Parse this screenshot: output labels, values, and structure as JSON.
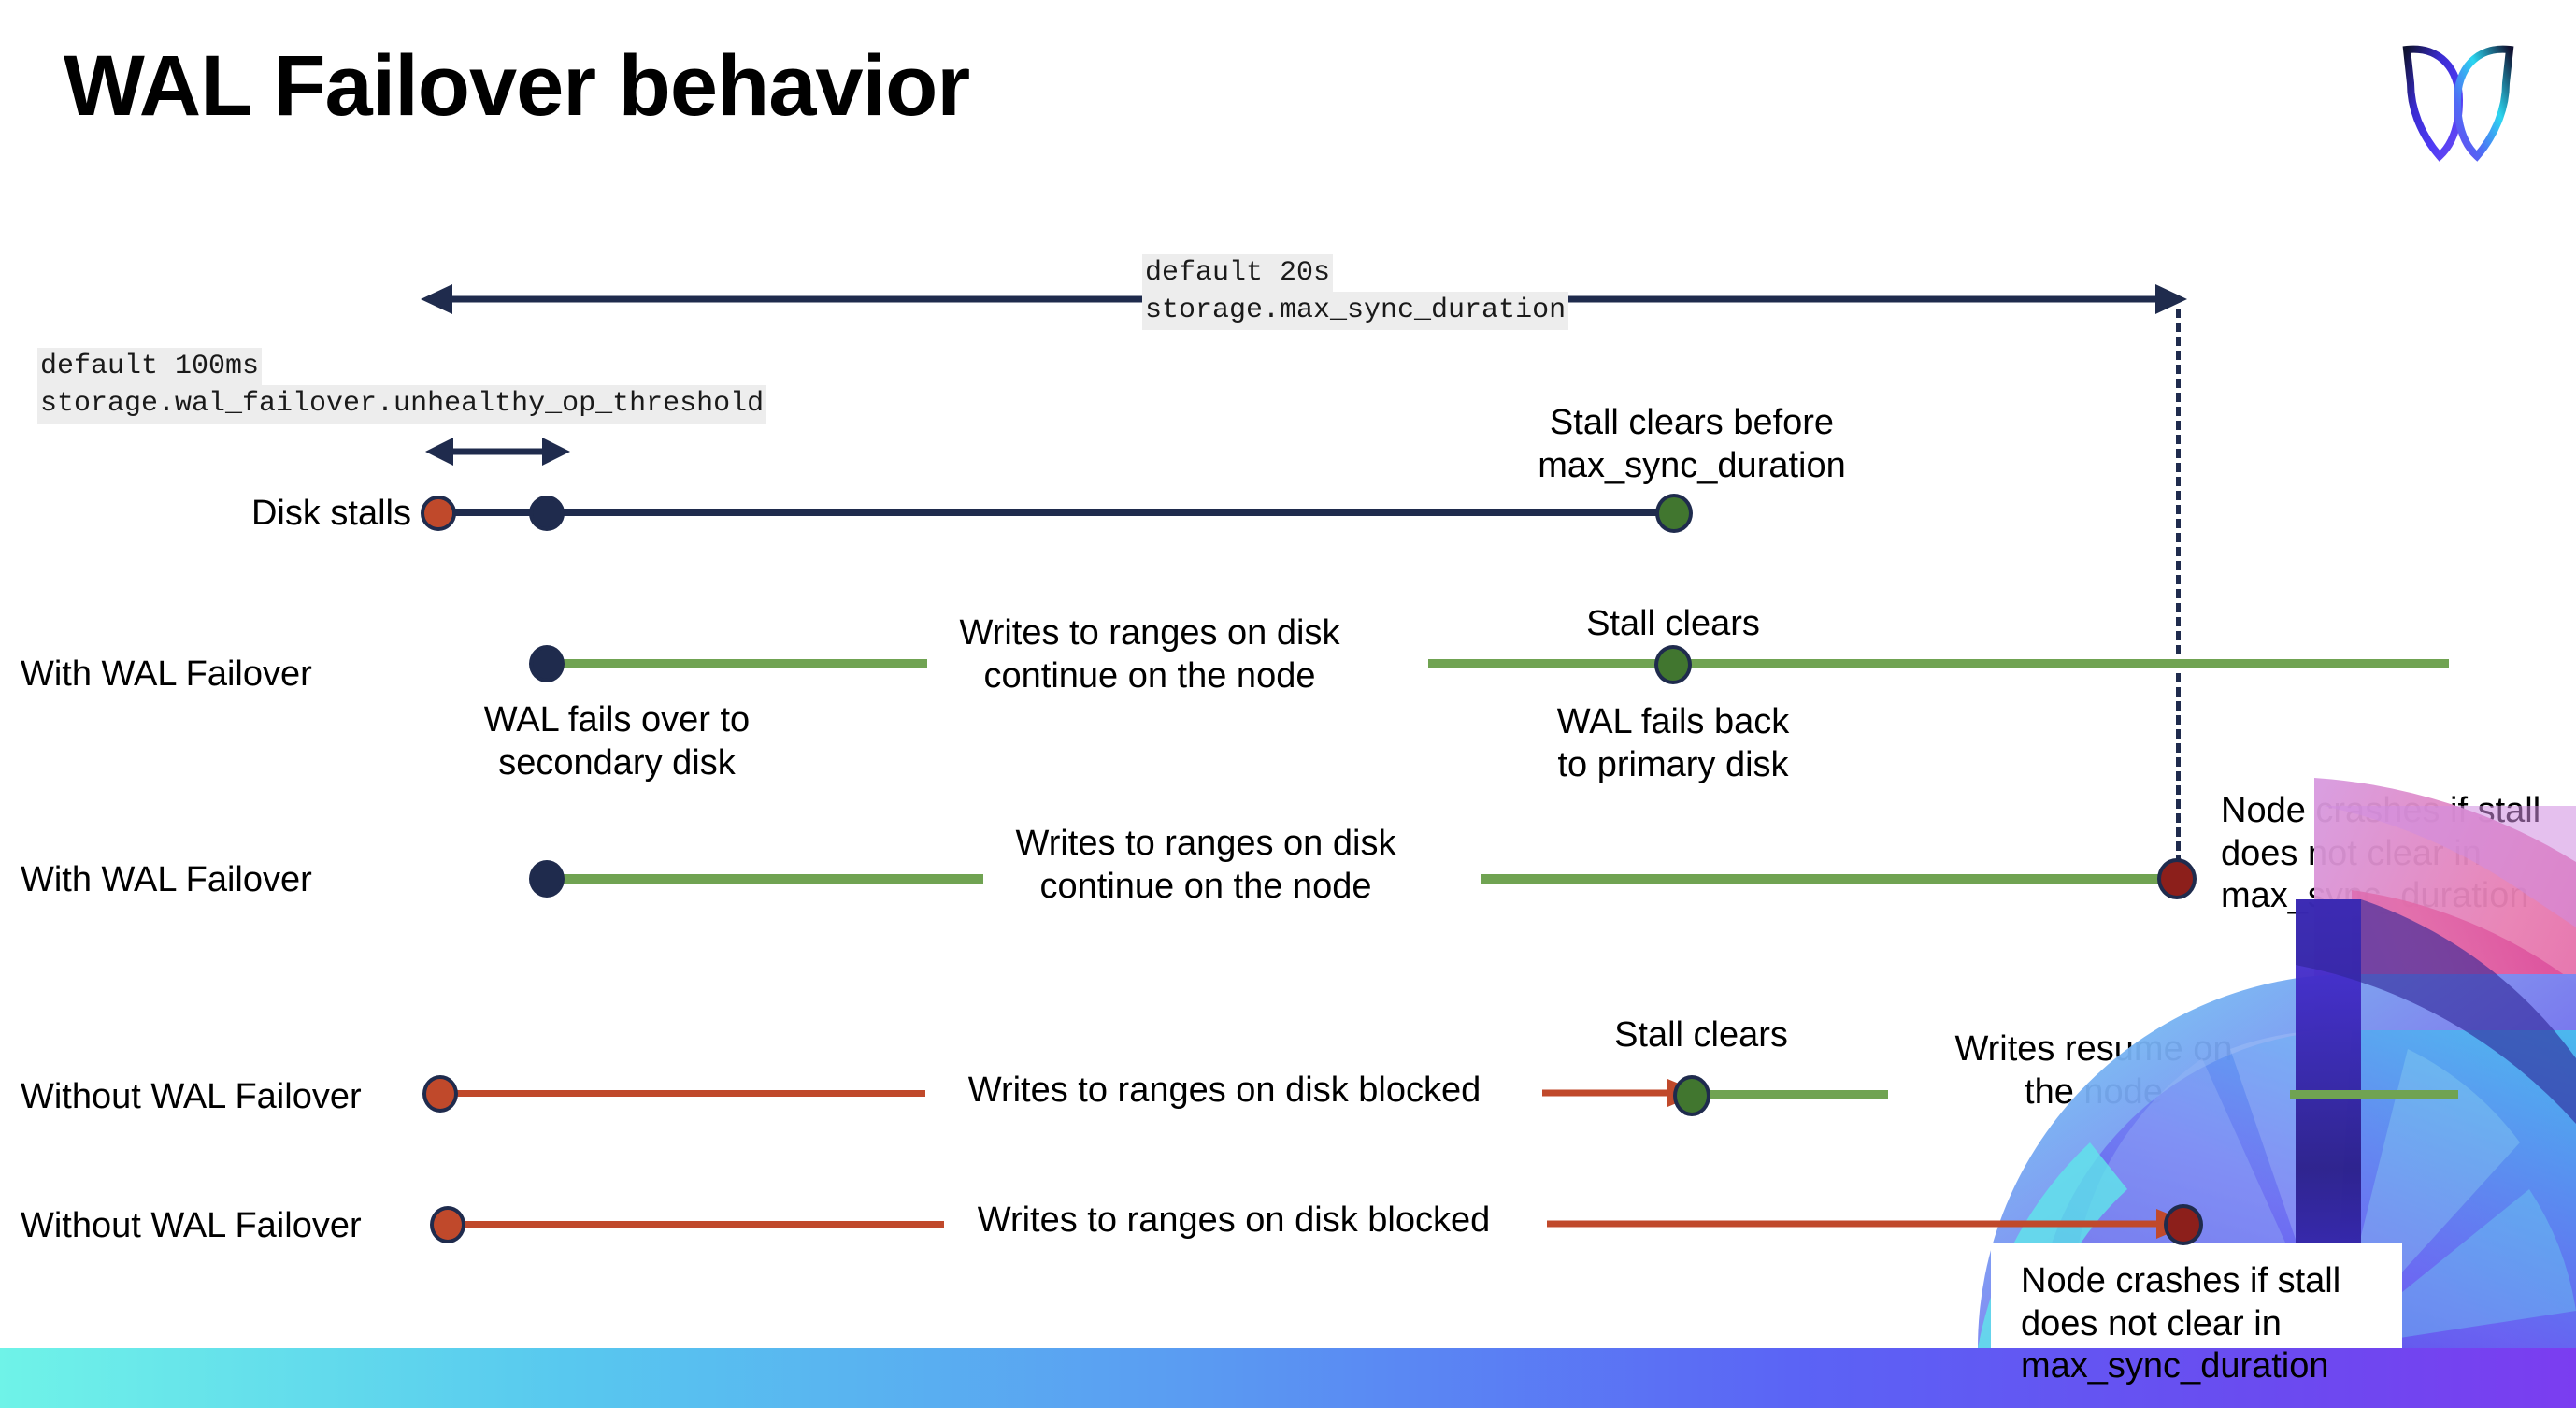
{
  "slide": {
    "title": "WAL Failover behavior",
    "logo_name": "cockroachdb-logo"
  },
  "settings": {
    "max_sync": {
      "default": "default 20s",
      "name": "storage.max_sync_duration"
    },
    "unhealthy_op": {
      "default": "default 100ms",
      "name": "storage.wal_failover.unhealthy_op_threshold"
    }
  },
  "rows": [
    {
      "label": "Disk stalls",
      "notes": {
        "right_top": "Stall clears before\nmax_sync_duration"
      }
    },
    {
      "label": "With WAL Failover",
      "notes": {
        "below_start": "WAL fails over to\nsecondary disk",
        "middle": "Writes to ranges on disk\ncontinue on the node",
        "above_clear": "Stall clears",
        "below_clear": "WAL fails  back\nto primary disk"
      }
    },
    {
      "label": "With WAL Failover",
      "notes": {
        "middle": "Writes to ranges on disk\ncontinue on the node",
        "right": "Node crashes if stall\ndoes not clear in\nmax_sync_duration"
      }
    },
    {
      "label": "Without WAL Failover",
      "notes": {
        "middle": "Writes to ranges on disk  blocked",
        "above_clear": "Stall clears",
        "right": "Writes resume on\nthe node"
      }
    },
    {
      "label": "Without WAL Failover",
      "notes": {
        "middle": "Writes to ranges on disk  blocked",
        "callout": "Node crashes if stall\ndoes not clear in\nmax_sync_duration"
      }
    }
  ],
  "colors": {
    "navy": "#1f2b4d",
    "green_line": "#70a352",
    "green_dot": "#41762f",
    "orange": "#c0492b",
    "dark_red": "#8c1f1b",
    "code_bg": "#ededed"
  }
}
